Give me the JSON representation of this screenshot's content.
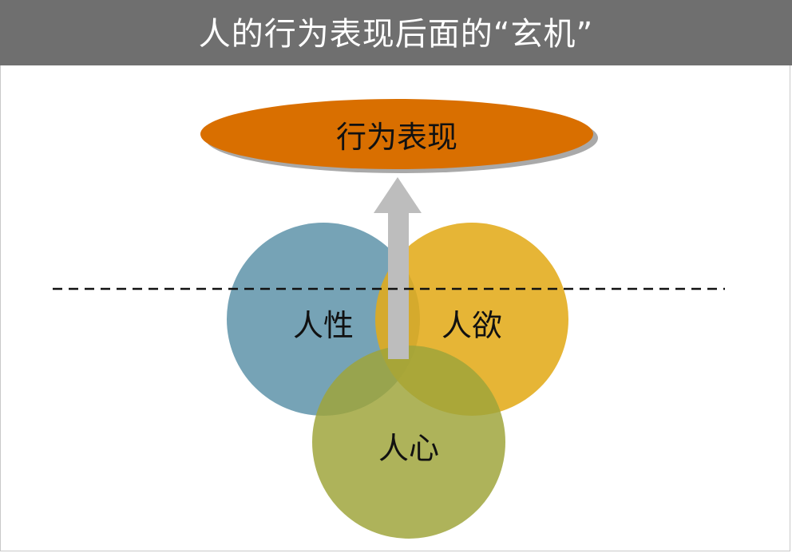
{
  "title": "人的行为表现后面的“玄机”",
  "diagram": {
    "top_node": "行为表现",
    "circles": {
      "left": "人性",
      "right": "人欲",
      "bottom": "人心"
    },
    "colors": {
      "title_bar": "#6f6f6f",
      "ellipse_fill": "#d96f00",
      "ellipse_shadow": "#a9a9a9",
      "circle_left": "#6a9bb0",
      "circle_right": "#e3ab1a",
      "circle_bottom": "#a3a744",
      "arrow": "#bdbdbd",
      "dashed_line": "#111111"
    }
  }
}
